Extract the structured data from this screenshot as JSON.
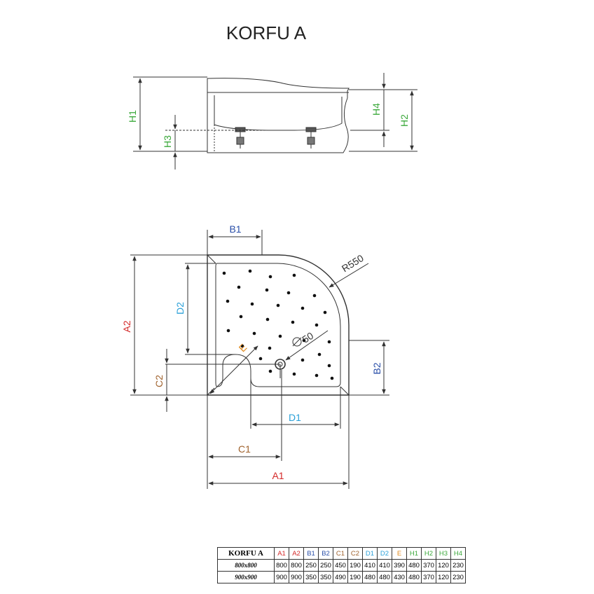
{
  "title": "KORFU A",
  "colors": {
    "red": "#d42a2a",
    "blue": "#2a4fa8",
    "brown": "#a0622d",
    "cyan": "#2aa0d8",
    "orange": "#e08a1e",
    "green": "#3aa83a",
    "line": "#333333"
  },
  "labels": {
    "H1": "H1",
    "H2": "H2",
    "H3": "H3",
    "H4": "H4",
    "A1": "A1",
    "A2": "A2",
    "B1": "B1",
    "B2": "B2",
    "C1": "C1",
    "C2": "C2",
    "D1": "D1",
    "D2": "D2",
    "E": "E",
    "R": "R550",
    "drain": "50"
  },
  "table": {
    "name": "KORFU A",
    "headers": [
      "A1",
      "A2",
      "B1",
      "B2",
      "C1",
      "C2",
      "D1",
      "D2",
      "E",
      "H1",
      "H2",
      "H3",
      "H4"
    ],
    "rows": [
      {
        "model": "800x800",
        "values": [
          "800",
          "800",
          "250",
          "250",
          "450",
          "190",
          "410",
          "410",
          "390",
          "480",
          "370",
          "120",
          "230"
        ]
      },
      {
        "model": "900x900",
        "values": [
          "900",
          "900",
          "350",
          "350",
          "490",
          "190",
          "480",
          "480",
          "430",
          "480",
          "370",
          "120",
          "230"
        ]
      }
    ]
  }
}
